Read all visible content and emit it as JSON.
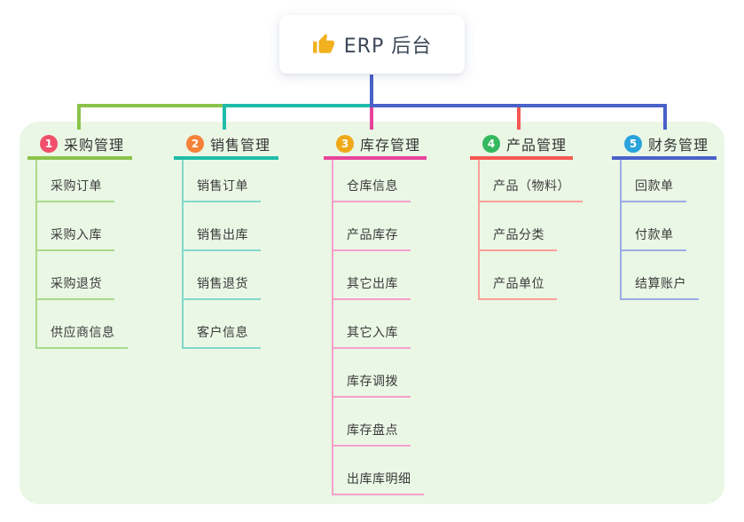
{
  "root": {
    "label": "ERP 后台",
    "icon": "thumbs-up-icon",
    "stem_color": "#4A5EC8"
  },
  "panel": {
    "background": "#EAF7E5"
  },
  "branches": [
    {
      "key": "purchase",
      "index": "1",
      "label": "采购管理",
      "badge_color": "#F0506B",
      "line_color": "#8BC34A",
      "item_line_color": "#ABD98B",
      "items": [
        "采购订单",
        "采购入库",
        "采购退货",
        "供应商信息"
      ]
    },
    {
      "key": "sales",
      "index": "2",
      "label": "销售管理",
      "badge_color": "#F58238",
      "line_color": "#20BCA9",
      "item_line_color": "#82D8C9",
      "items": [
        "销售订单",
        "销售出库",
        "销售退货",
        "客户信息"
      ]
    },
    {
      "key": "inventory",
      "index": "3",
      "label": "库存管理",
      "badge_color": "#EFA918",
      "line_color": "#E8439B",
      "item_line_color": "#F4A0CB",
      "items": [
        "仓库信息",
        "产品库存",
        "其它出库",
        "其它入库",
        "库存调拨",
        "库存盘点",
        "出库库明细"
      ]
    },
    {
      "key": "product",
      "index": "4",
      "label": "产品管理",
      "badge_color": "#35B960",
      "line_color": "#F65752",
      "item_line_color": "#F9A09B",
      "items": [
        "产品（物料）",
        "产品分类",
        "产品单位"
      ]
    },
    {
      "key": "finance",
      "index": "5",
      "label": "财务管理",
      "badge_color": "#2BA3DB",
      "line_color": "#4961C9",
      "item_line_color": "#9AACE5",
      "items": [
        "回款单",
        "付款单",
        "结算账户"
      ]
    }
  ]
}
